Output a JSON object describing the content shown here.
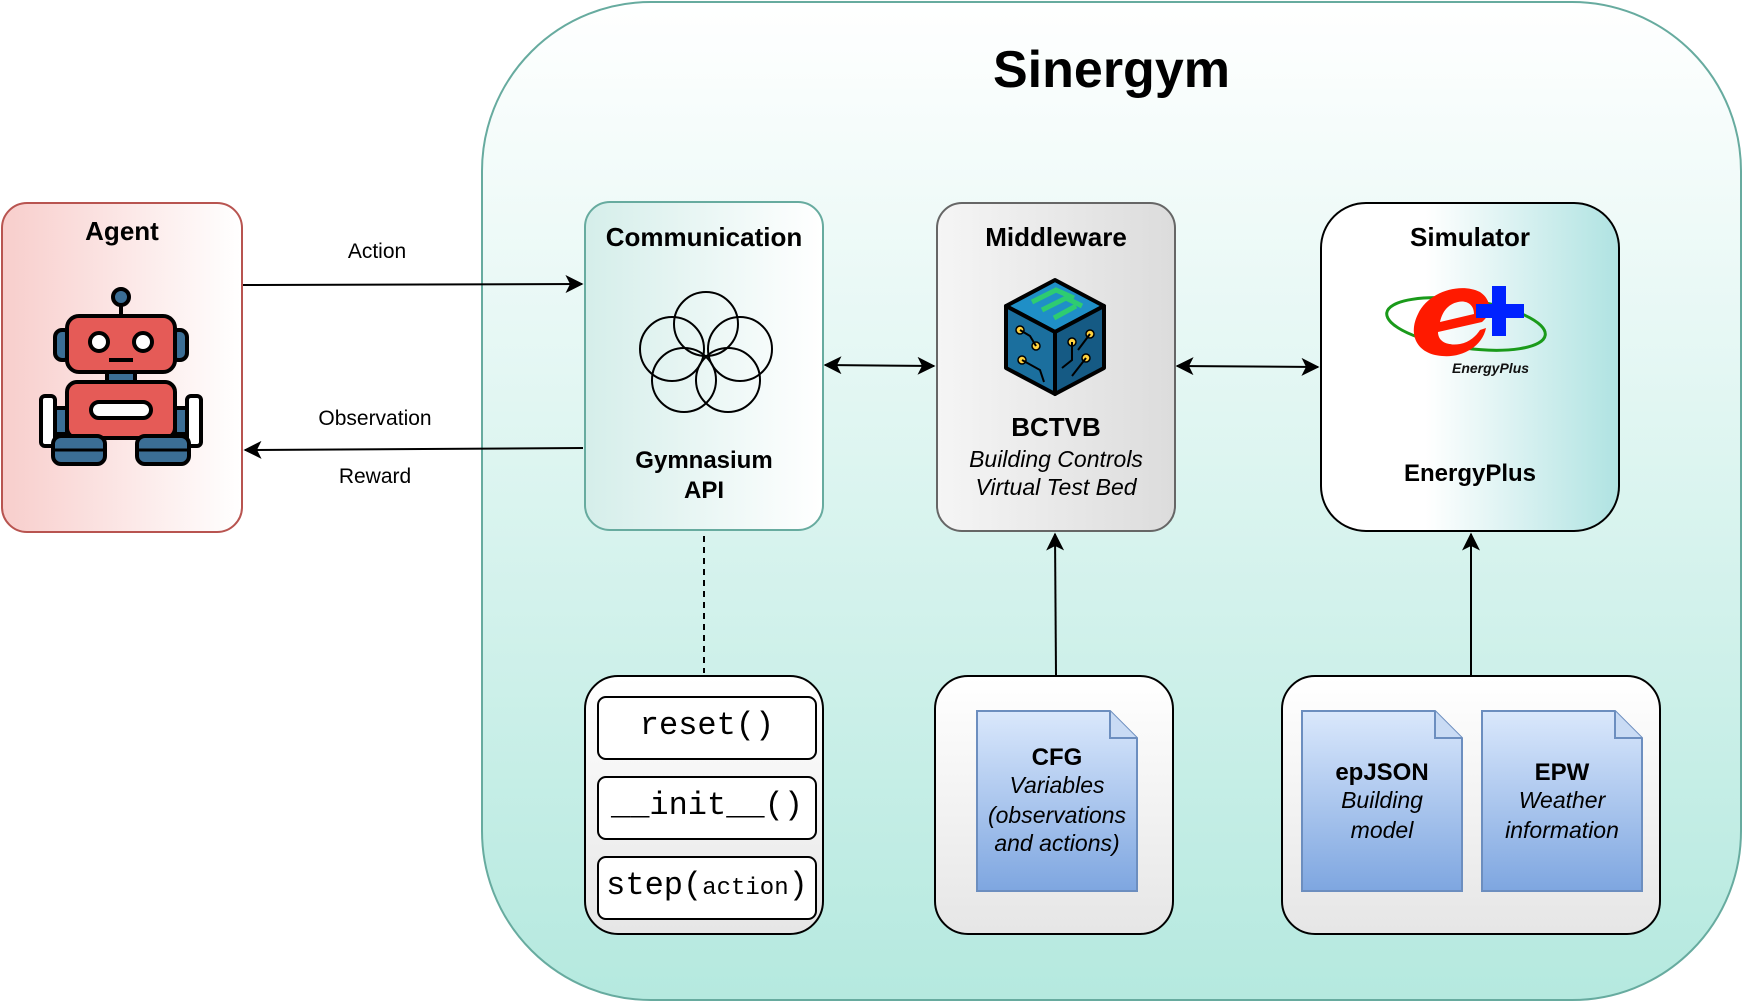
{
  "title": "Sinergym",
  "agent": {
    "title": "Agent"
  },
  "arrows": {
    "action": "Action",
    "observation": "Observation",
    "reward": "Reward"
  },
  "communication": {
    "title": "Communication",
    "api_line1": "Gymnasium",
    "api_line2": "API"
  },
  "middleware": {
    "title": "Middleware",
    "name": "BCTVB",
    "desc_line1": "Building Controls",
    "desc_line2": "Virtual Test Bed"
  },
  "simulator": {
    "title": "Simulator",
    "name": "EnergyPlus",
    "logo_text": "EnergyPlus"
  },
  "methods": {
    "reset": "reset()",
    "init": "__init__()",
    "step_name": "step(",
    "step_arg": "action",
    "step_close": ")"
  },
  "cfg": {
    "title": "CFG",
    "line1": "Variables",
    "line2": "(observations",
    "line3": "and actions)"
  },
  "epjson": {
    "title": "epJSON",
    "line1": "Building",
    "line2": "model"
  },
  "epw": {
    "title": "EPW",
    "line1": "Weather",
    "line2": "information"
  },
  "colors": {
    "panel_border": "#67ab9f",
    "panel_fill_bottom": "#b5e9df",
    "agent_border": "#b85450",
    "agent_fill": "#f8cecc",
    "doc_fill_top": "#dae8fc",
    "doc_fill_bottom": "#7ea6e0",
    "doc_border": "#6c8ebf",
    "eplus_red": "#ff1a00",
    "eplus_blue": "#0022ff",
    "eplus_green": "#1a9a1a"
  }
}
